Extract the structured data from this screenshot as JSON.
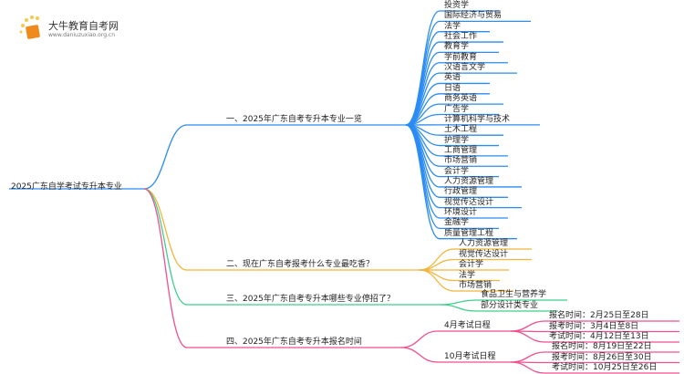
{
  "logo": {
    "title": "大牛教育自考网",
    "url": "www.daniuzuxiao.org.cn"
  },
  "root": "2025广东自学考试专升本专业",
  "colors": {
    "b1": "#2b8cf3",
    "b2": "#f3b53a",
    "b3": "#3fcf8e",
    "b4": "#f0508f"
  },
  "branches": [
    {
      "label": "一、2025年广东自考专升本专业一览",
      "items": [
        "投资学",
        "国际经济与贸易",
        "法学",
        "社会工作",
        "教育学",
        "学前教育",
        "汉语言文学",
        "英语",
        "日语",
        "商务英语",
        "广告学",
        "计算机科学与技术",
        "土木工程",
        "护理学",
        "工商管理",
        "市场营销",
        "会计学",
        "人力资源管理",
        "行政管理",
        "视觉传达设计",
        "环境设计",
        "金融学",
        "质量管理工程"
      ]
    },
    {
      "label": "二、现在广东自考报考什么专业最吃香？",
      "items": [
        "人力资源管理",
        "视觉传达设计",
        "会计学",
        "法学",
        "市场营销"
      ]
    },
    {
      "label": "三、2025年广东自考专升本哪些专业停招了？",
      "items": [
        "食品卫生与营养学",
        "部分设计类专业"
      ]
    },
    {
      "label": "四、2025年广东自考专升本报名时间",
      "groups": [
        {
          "label": "4月考试日程",
          "items": [
            "报名时间：2月25日至28日",
            "报考时间：3月4日至8日",
            "考试时间：4月12日至13日"
          ]
        },
        {
          "label": "10月考试日程",
          "items": [
            "报名时间：8月19日至22日",
            "报考时间：8月26日至30日",
            "考试时间：10月25日至26日"
          ]
        }
      ]
    }
  ]
}
